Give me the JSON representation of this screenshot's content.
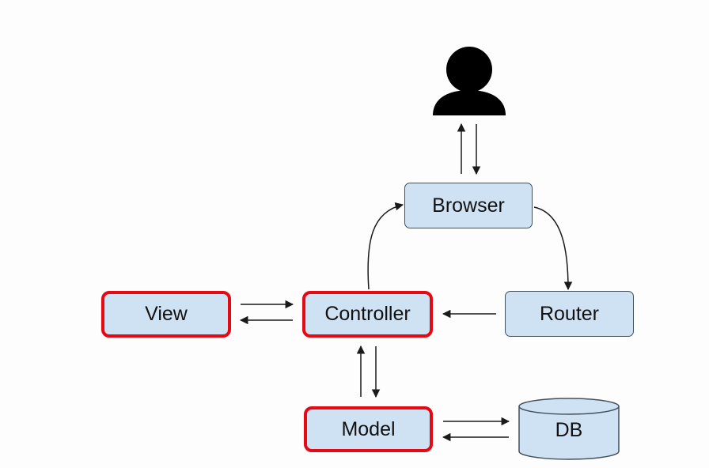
{
  "nodes": {
    "browser": "Browser",
    "view": "View",
    "controller": "Controller",
    "router": "Router",
    "model": "Model",
    "db": "DB"
  },
  "highlighted_nodes": [
    "View",
    "Controller",
    "Model"
  ],
  "colors": {
    "node_fill": "#cfe2f3",
    "node_border": "#43505c",
    "highlight_border": "#e50914",
    "arrow": "#1a1a1a",
    "user_icon": "#000000"
  },
  "icons": {
    "user": "user-icon",
    "database": "database-icon"
  }
}
